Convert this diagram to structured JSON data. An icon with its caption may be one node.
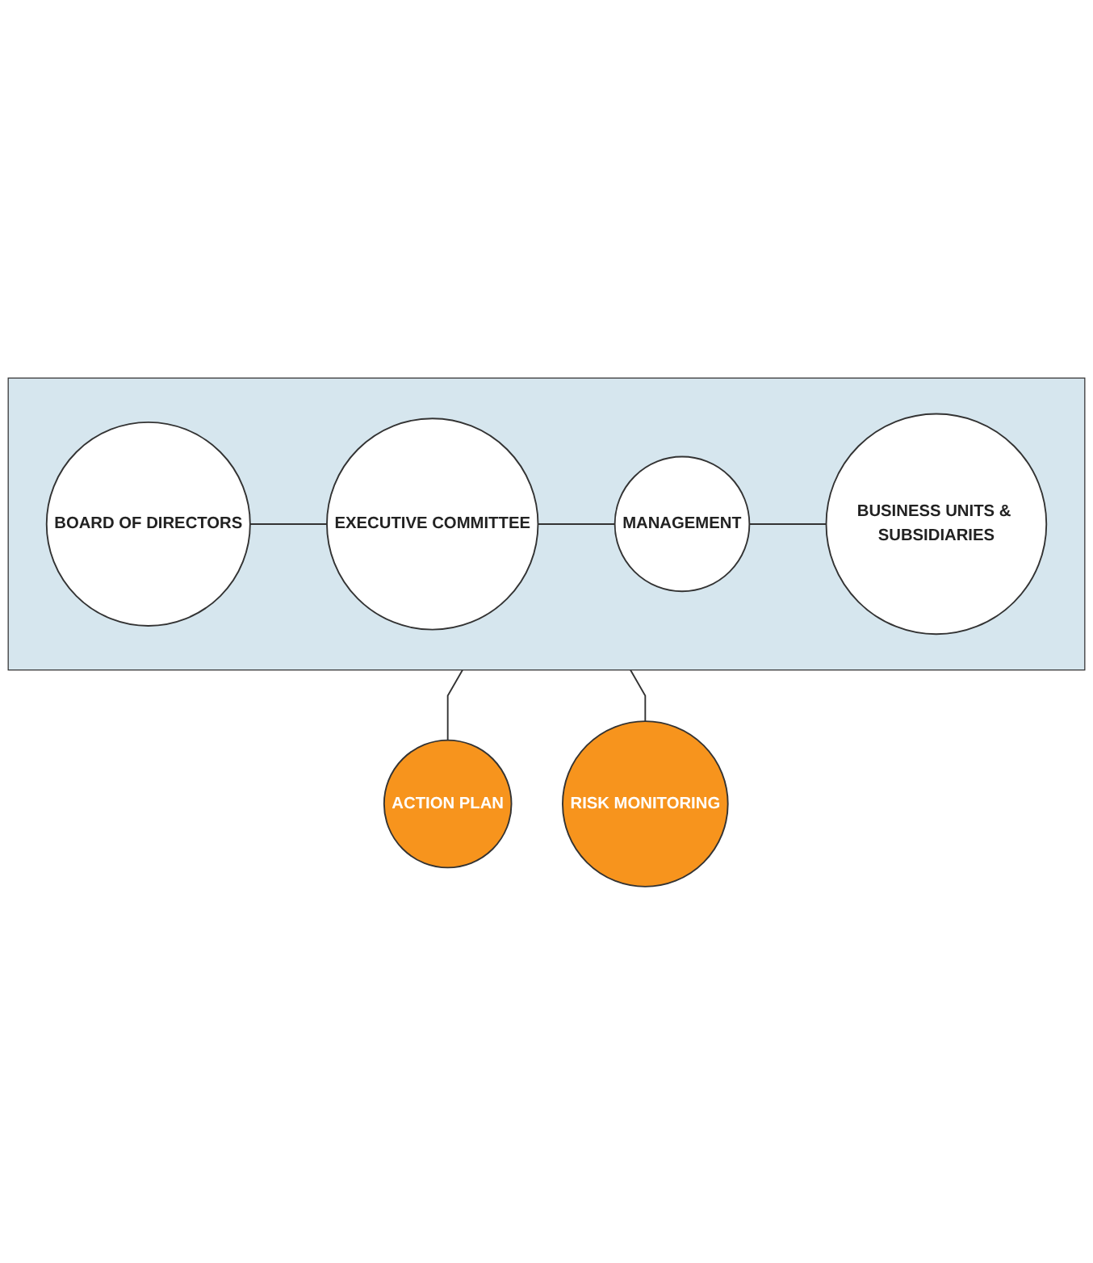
{
  "diagram": {
    "nodes": [
      {
        "text": [],
        "shape": "box"
      },
      {
        "text": [
          "BOARD OF DIRECTORS"
        ],
        "in": 0
      },
      {
        "text": [
          "EXECUTIVE COMMITTEE"
        ],
        "in": 0
      },
      {
        "text": [
          "MANAGEMENT"
        ],
        "in": 0
      },
      {
        "text": [
          "BUSINESS UNITS & SUBSIDIARIES"
        ],
        "in": 0
      },
      {
        "text": [
          "ACTION PLAN"
        ]
      },
      {
        "text": [
          "RISK MONITORING"
        ]
      }
    ],
    "edges": [
      {
        "from": 1,
        "to": 2,
        "arrow": "none"
      },
      {
        "from": 2,
        "to": 3,
        "arrow": "none"
      },
      {
        "from": 3,
        "to": 4,
        "arrow": "none"
      },
      {
        "from": 0,
        "to": 5,
        "arrow": "none"
      },
      {
        "from": 0,
        "to": 6,
        "arrow": "none"
      }
    ]
  }
}
